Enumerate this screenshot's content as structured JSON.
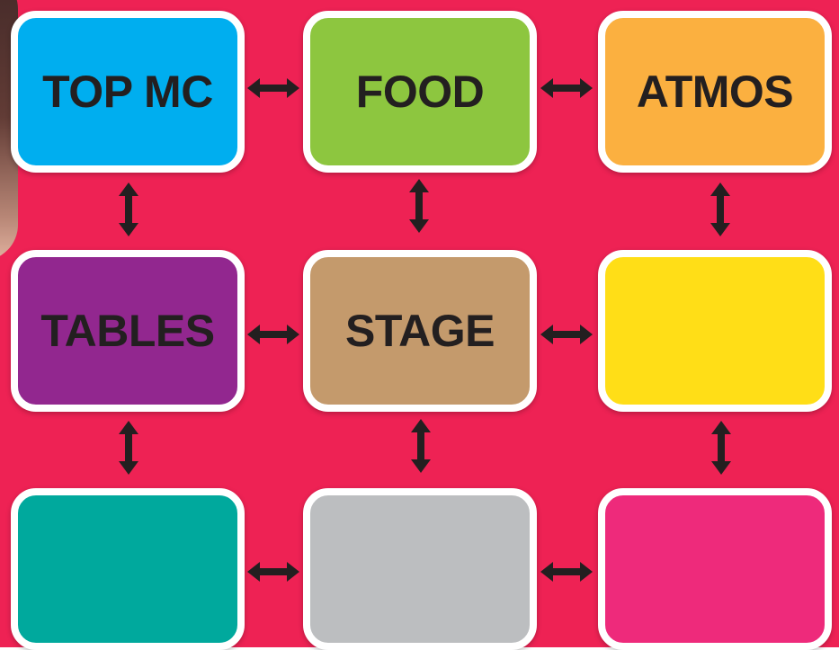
{
  "boxes": [
    {
      "label": "TOP MC",
      "color": "#00aeef"
    },
    {
      "label": "FOOD",
      "color": "#8dc63f"
    },
    {
      "label": "ATMOS",
      "color": "#fbb040"
    },
    {
      "label": "TABLES",
      "color": "#92278f"
    },
    {
      "label": "STAGE",
      "color": "#c49a6c"
    },
    {
      "label": "",
      "color": "#ffde17"
    },
    {
      "label": "",
      "color": "#00a99d"
    },
    {
      "label": "",
      "color": "#bcbec0"
    },
    {
      "label": "",
      "color": "#ee2a7b"
    }
  ],
  "colors": {
    "background": "#ee2254",
    "arrow": "#231f20",
    "box_border": "#ffffff"
  }
}
